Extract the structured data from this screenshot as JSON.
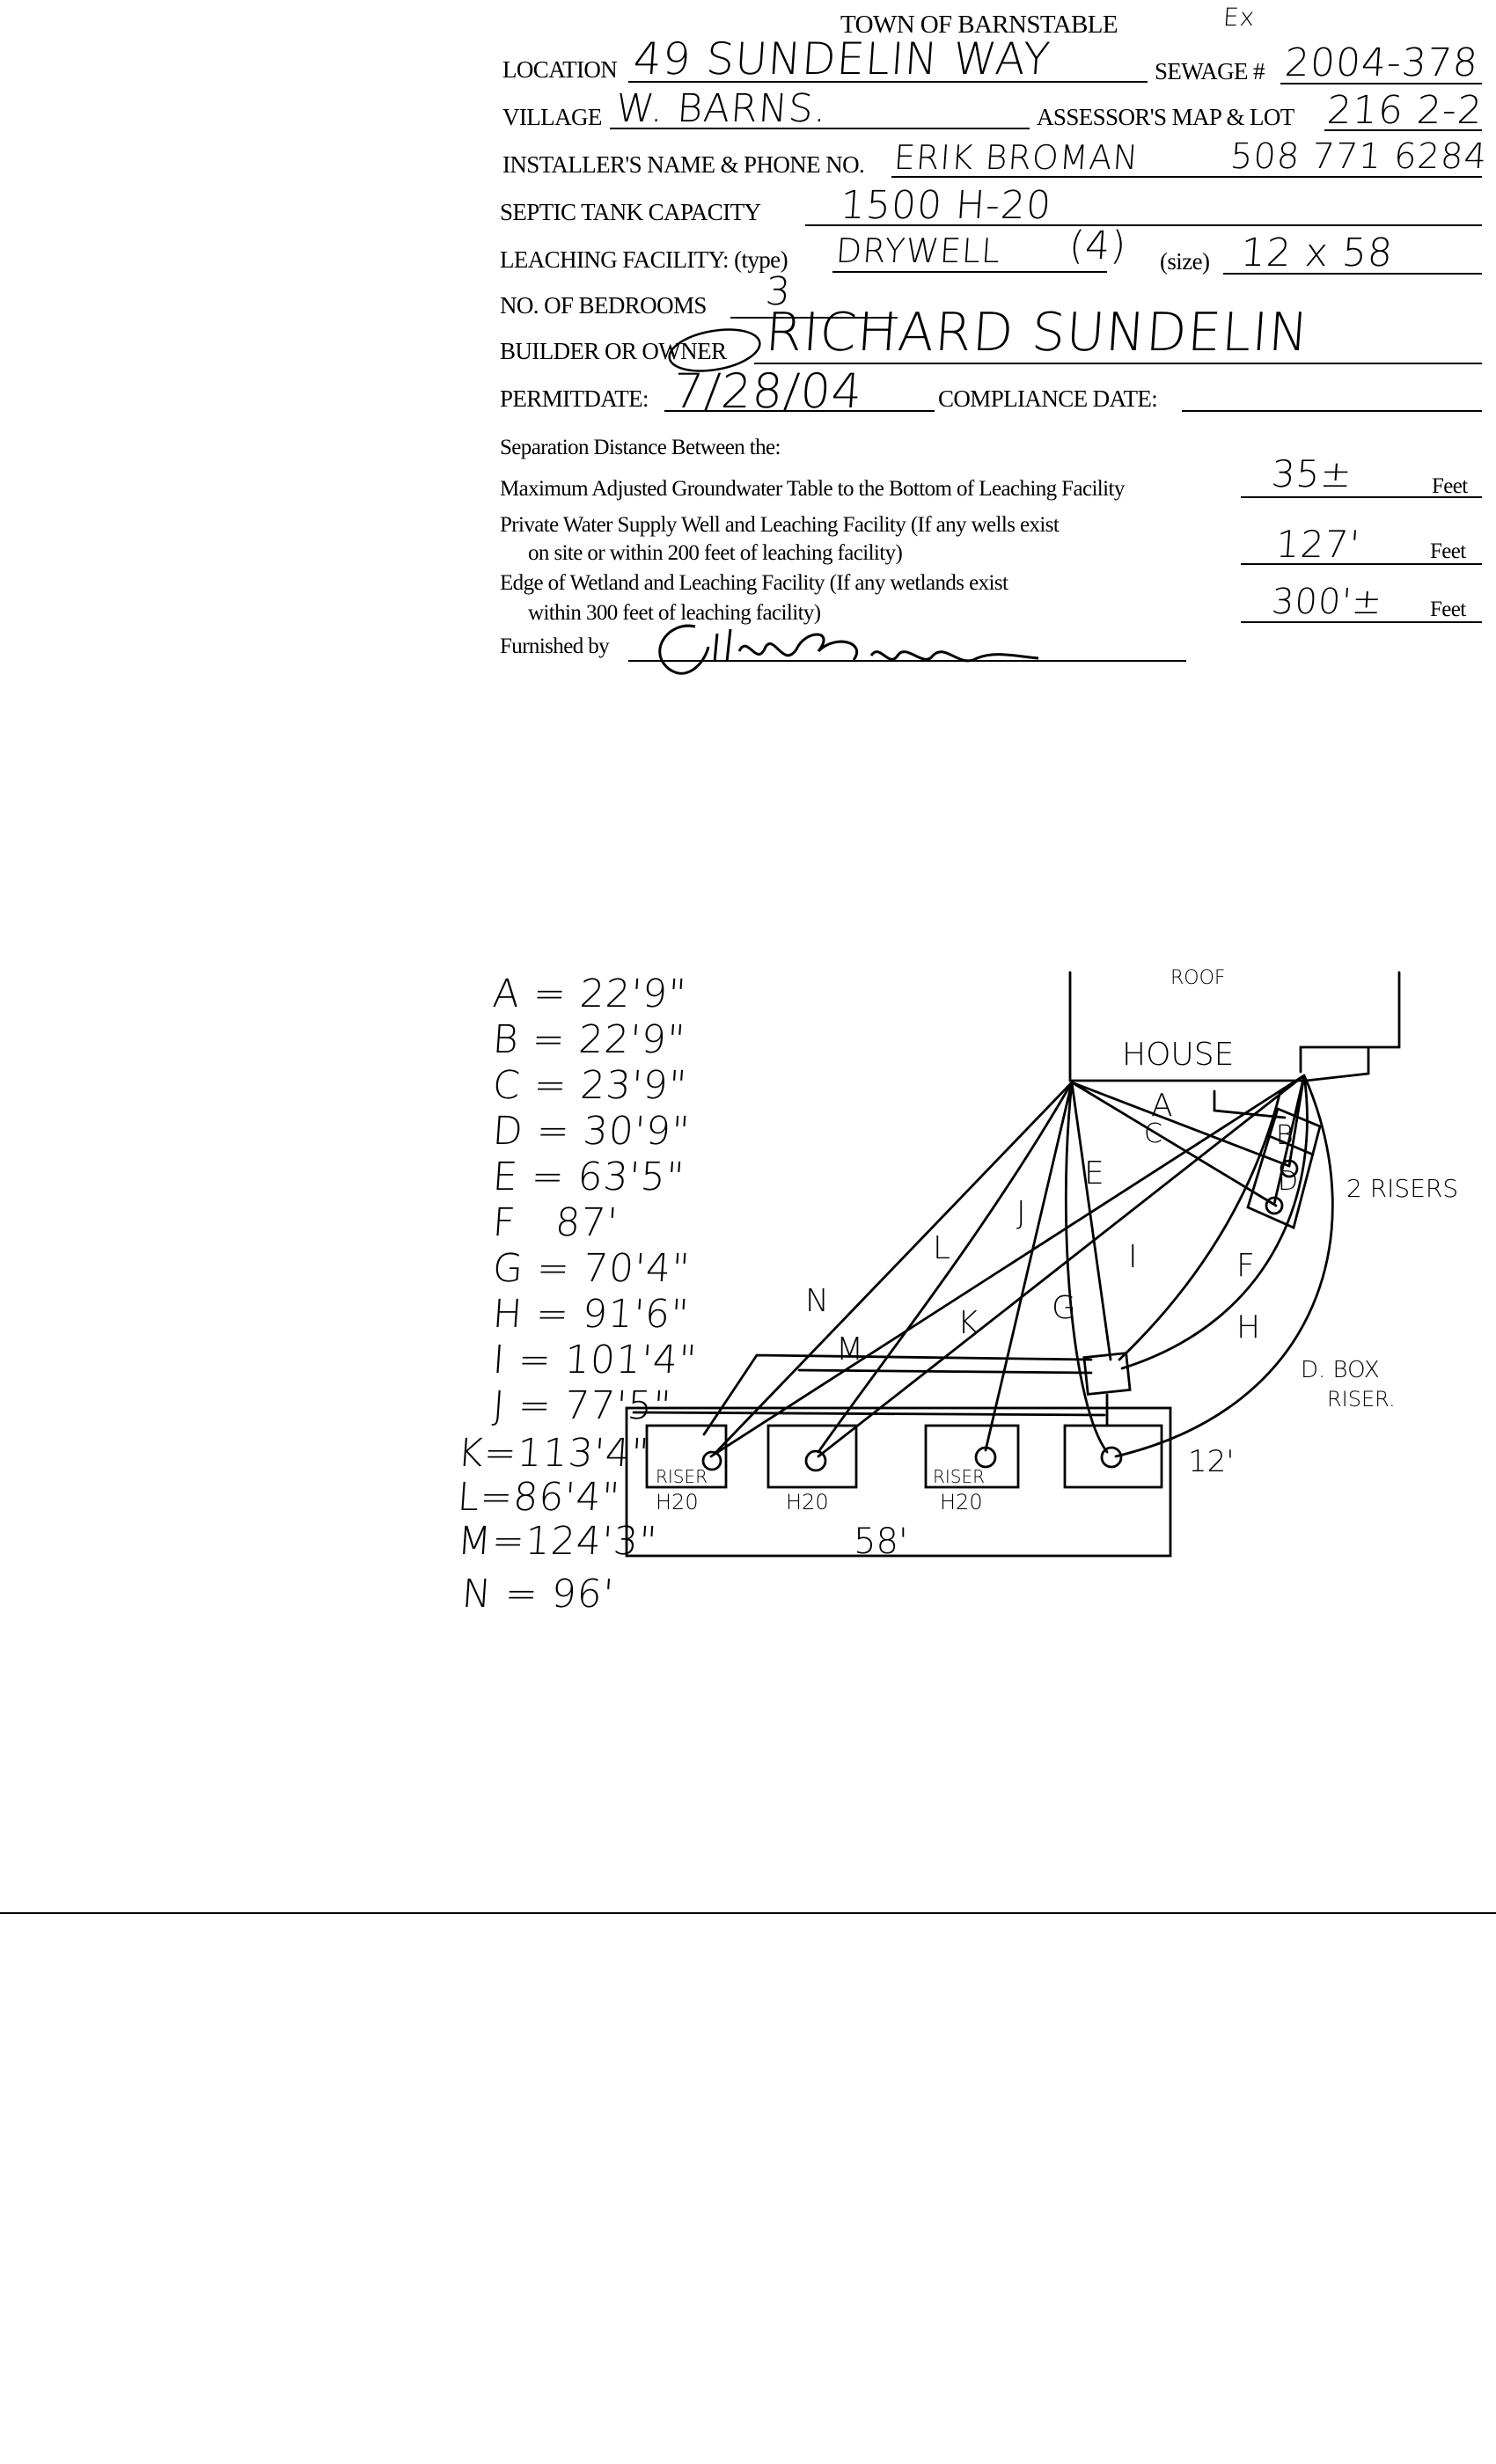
{
  "form": {
    "title": "TOWN OF BARNSTABLE",
    "fields": {
      "location": {
        "label": "LOCATION",
        "value": "49 SUNDELIN WAY"
      },
      "sewage": {
        "label": "SEWAGE #",
        "value": "2004-378",
        "annotation": "Ex"
      },
      "village": {
        "label": "VILLAGE",
        "value": "W. BARNS."
      },
      "assessors_map_lot": {
        "label": "ASSESSOR'S MAP & LOT",
        "value": "216 2-2"
      },
      "installer": {
        "label": "INSTALLER'S NAME & PHONE NO.",
        "name": "ERIK BROMAN",
        "phone": "508 771 6284"
      },
      "septic_tank_capacity": {
        "label": "SEPTIC TANK CAPACITY",
        "value": "1500 H-20"
      },
      "leaching_facility": {
        "label": "LEACHING FACILITY: (type)",
        "type": "DRYWELL",
        "count": "(4)",
        "size_label": "(size)",
        "size": "12 x 58"
      },
      "bedrooms": {
        "label": "NO. OF BEDROOMS",
        "value": "3"
      },
      "builder_owner": {
        "label": "BUILDER OR OWNER",
        "value": "RICHARD SUNDELIN"
      },
      "permit_date": {
        "label": "PERMITDATE:",
        "value": "7/28/04"
      },
      "compliance_date": {
        "label": "COMPLIANCE DATE:",
        "value": ""
      }
    },
    "separation": {
      "heading": "Separation Distance Between the:",
      "rows": [
        {
          "label": "Maximum Adjusted Groundwater Table to the Bottom of Leaching Facility",
          "label2": "",
          "value": "35±",
          "unit": "Feet"
        },
        {
          "label": "Private Water Supply Well and Leaching Facility  (If any wells exist",
          "label2": "on site or within 200 feet of leaching facility)",
          "value": "127'",
          "unit": "Feet"
        },
        {
          "label": "Edge of Wetland and Leaching Facility (If any wetlands exist",
          "label2": "within 300 feet of leaching facility)",
          "value": "300'±",
          "unit": "Feet"
        }
      ]
    },
    "furnished_by": {
      "label": "Furnished by",
      "signature": "Erik Broman"
    }
  },
  "sketch": {
    "measurements": [
      {
        "key": "A",
        "value": "22'9\""
      },
      {
        "key": "B",
        "value": "22'9\""
      },
      {
        "key": "C",
        "value": "23'9\""
      },
      {
        "key": "D",
        "value": "30'9\""
      },
      {
        "key": "E",
        "value": "63'5\""
      },
      {
        "key": "F",
        "value": "87'"
      },
      {
        "key": "G",
        "value": "70'4\""
      },
      {
        "key": "H",
        "value": "91'6\""
      },
      {
        "key": "I",
        "value": "101'4\""
      },
      {
        "key": "J",
        "value": "77'5\""
      },
      {
        "key": "K",
        "value": "113'4\""
      },
      {
        "key": "L",
        "value": "86'4\""
      },
      {
        "key": "M",
        "value": "124'3\""
      },
      {
        "key": "N",
        "value": "96'"
      }
    ],
    "labels": {
      "house": "HOUSE",
      "roof": "ROOF",
      "risers": "2 RISERS",
      "dbox": "D. BOX",
      "dbox2": "RISER.",
      "width": "12'",
      "length": "58'",
      "riser": "RISER",
      "h20": "H20"
    }
  }
}
